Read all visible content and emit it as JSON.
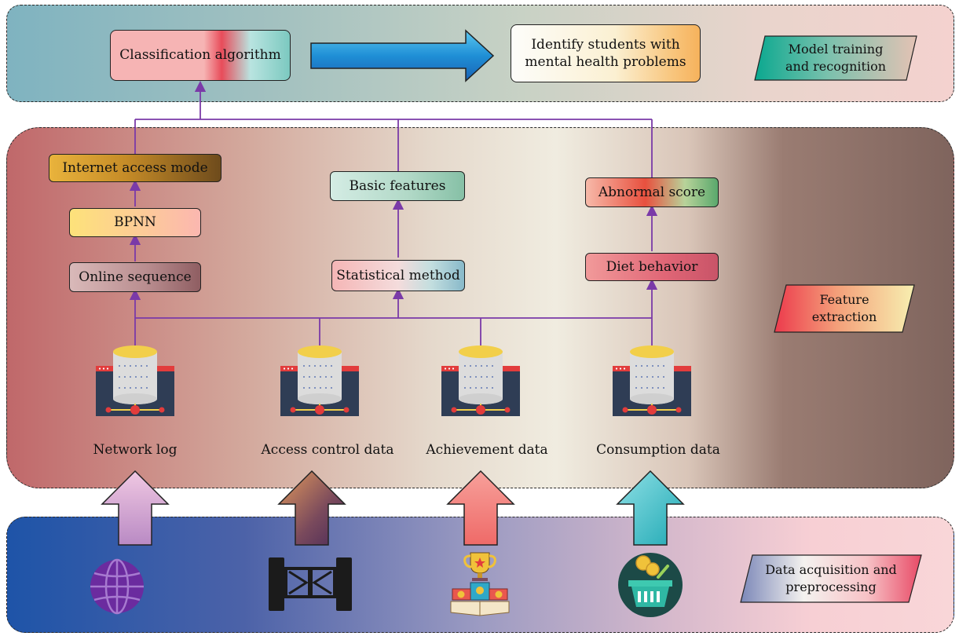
{
  "layers": {
    "top": {
      "label": "Model training and recognition"
    },
    "middle": {
      "label": "Feature extraction"
    },
    "bottom": {
      "label": "Data acquisition and preprocessing"
    }
  },
  "nodes": {
    "classification": "Classification algorithm",
    "identify": "Identify students with mental health problems",
    "internet_access_mode": "Internet access mode",
    "bpnn": "BPNN",
    "online_sequence": "Online sequence",
    "basic_features": "Basic features",
    "statistical_method": "Statistical method",
    "abnormal_score": "Abnormal score",
    "diet_behavior": "Diet behavior"
  },
  "sources": [
    {
      "label": "Network log",
      "icon": "globe-icon"
    },
    {
      "label": "Access control data",
      "icon": "turnstile-gate-icon"
    },
    {
      "label": "Achievement data",
      "icon": "trophy-podium-icon"
    },
    {
      "label": "Consumption data",
      "icon": "shopping-basket-icon"
    }
  ],
  "colors": {
    "connector": "#7a3aa8",
    "db_cylinder": "#dcdcdc",
    "db_base": "#2f3d55",
    "db_accent": "#e23c3c"
  }
}
